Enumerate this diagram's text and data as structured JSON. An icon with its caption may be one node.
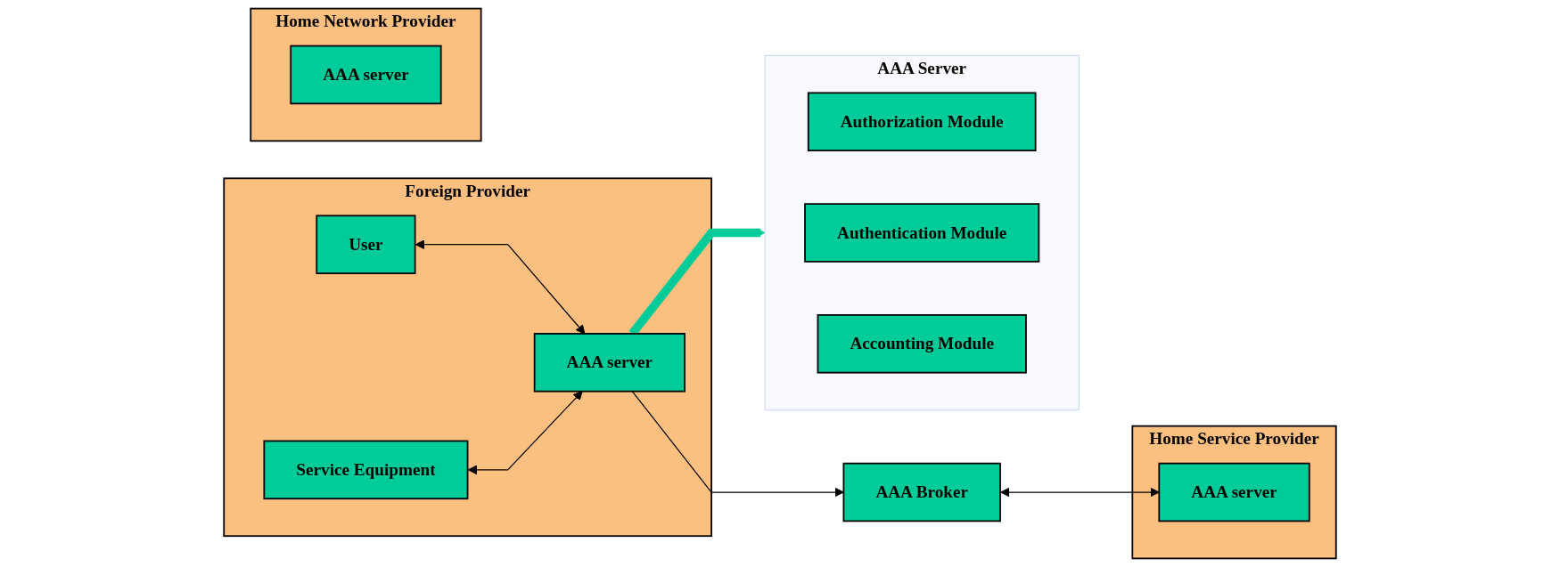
{
  "diagram": {
    "nodes": [
      {
        "text": [
          "Foreign Provider"
        ]
      },
      {
        "text": [
          "User"
        ],
        "in": 0
      },
      {
        "text": [
          "Service Equipment"
        ],
        "in": 0
      },
      {
        "text": [
          "AAA server"
        ],
        "in": 0
      },
      {
        "text": [
          "AAA Broker"
        ]
      },
      {
        "text": [
          "Home Service Provider"
        ]
      },
      {
        "text": [
          "AAA server"
        ],
        "in": 5
      },
      {
        "text": [
          "Home Network Provider"
        ]
      },
      {
        "text": [
          "AAA server"
        ],
        "in": 7
      },
      {
        "text": [
          "AAA Server"
        ]
      },
      {
        "text": [
          "Authorization Module"
        ],
        "in": 9
      },
      {
        "text": [
          "Authentication Module"
        ],
        "in": 9
      },
      {
        "text": [
          "Accounting Module"
        ],
        "in": 9
      }
    ],
    "edges": [
      {
        "from": 1,
        "to": 3,
        "arrow": "both"
      },
      {
        "from": 2,
        "to": 3,
        "arrow": "both"
      },
      {
        "from": 3,
        "to": 4,
        "arrow": "to"
      },
      {
        "from": 4,
        "to": 6,
        "arrow": "both"
      },
      {
        "from": 3,
        "to": 9,
        "arrow": "to",
        "style": "thick",
        "color": "#00cc99"
      }
    ]
  }
}
